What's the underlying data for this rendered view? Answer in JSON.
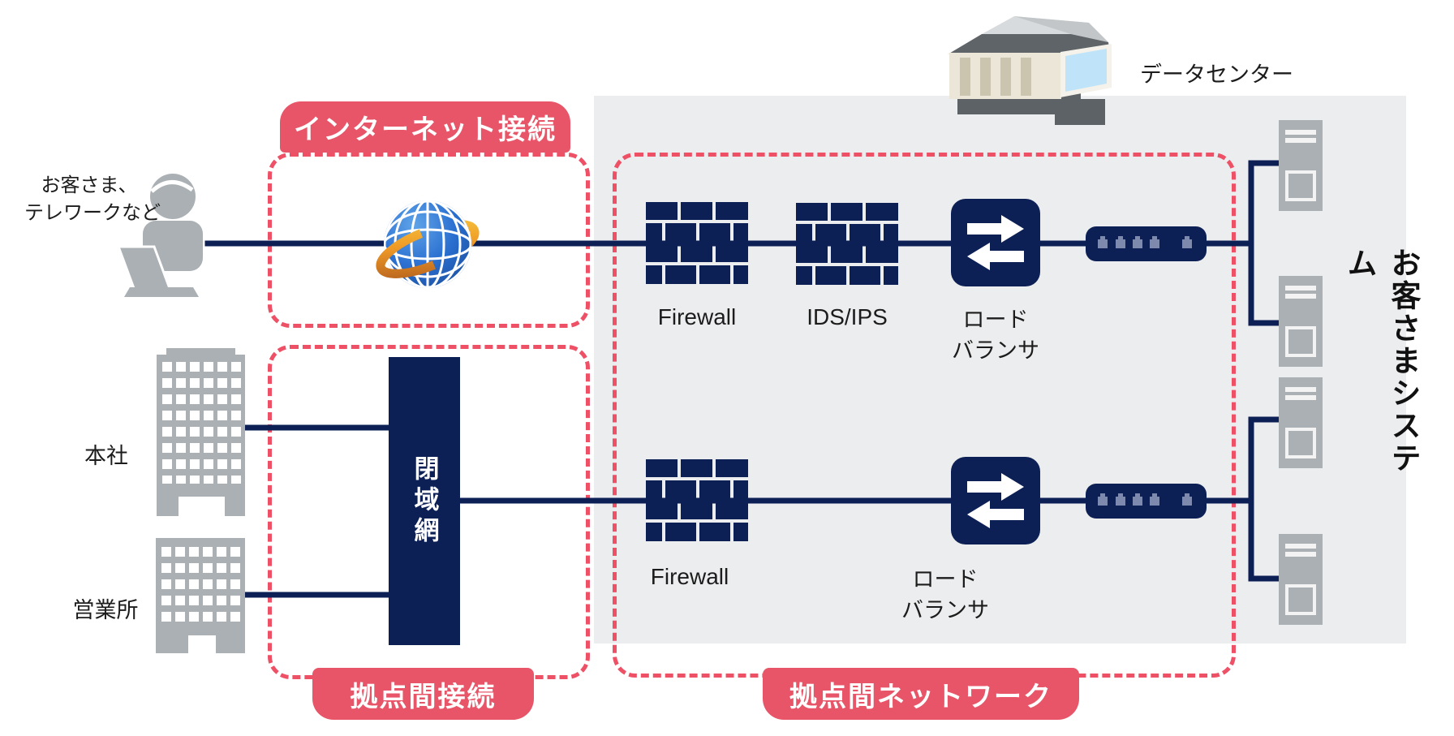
{
  "diagram_title": "network-architecture-diagram",
  "colors": {
    "navy": "#0d2055",
    "zone_pink": "#e85568",
    "dash_pink": "#ee5066",
    "panel_gray": "#ecedee",
    "icon_gray": "#aab0b4",
    "glass_blue": "#bfe4fa",
    "ring_orange": "#e8912c",
    "globe_blue": "#2a6fd0",
    "text_black": "#1c1c1c"
  },
  "zones": {
    "internet": {
      "label": "インターネット接続"
    },
    "site_link": {
      "label": "拠点間接続"
    },
    "site_network": {
      "label": "拠点間ネットワーク"
    }
  },
  "endpoints": {
    "user_caption_line1": "お客さま、",
    "user_caption_line2": "テレワークなど",
    "hq_label": "本社",
    "branch_label": "営業所",
    "datacenter_label": "データセンター",
    "customer_system_label": "お客さまシステム"
  },
  "nodes": {
    "closed_network_label": "閉域網",
    "firewall_top_label": "Firewall",
    "ids_ips_label": "IDS/IPS",
    "lb_top": {
      "line1": "ロード",
      "line2": "バランサ"
    },
    "firewall_bottom_label": "Firewall",
    "lb_bottom": {
      "line1": "ロード",
      "line2": "バランサ"
    }
  },
  "icons": [
    "person-laptop-icon",
    "globe-icon",
    "datacenter-building-icon",
    "office-building-icon",
    "firewall-brick-icon",
    "load-balancer-icon",
    "switch-icon",
    "server-icon"
  ]
}
